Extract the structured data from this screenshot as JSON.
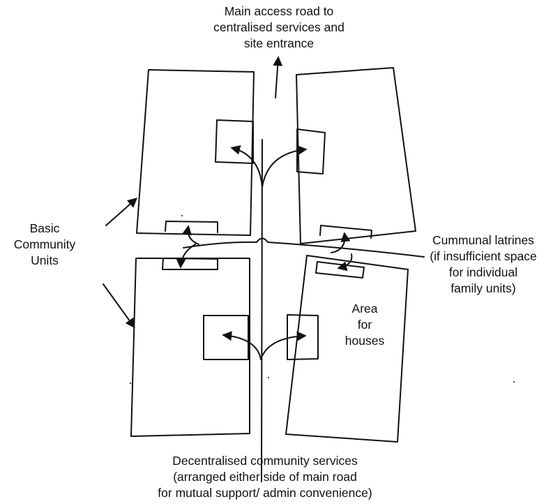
{
  "labels": {
    "main_access_road": [
      "Main access road to",
      "centralised services and",
      "site entrance"
    ],
    "basic_community_units": [
      "Basic",
      "Community",
      "Units"
    ],
    "communal_latrines": [
      "Cummunal latrines",
      "(if insufficient space",
      "for individual",
      "family units)"
    ],
    "area_for_houses": [
      "Area",
      "for",
      "houses"
    ],
    "decentralised_services": [
      "Decentralised community services",
      "(arranged either side of main road",
      "for mutual support/ admin convenience)"
    ]
  }
}
